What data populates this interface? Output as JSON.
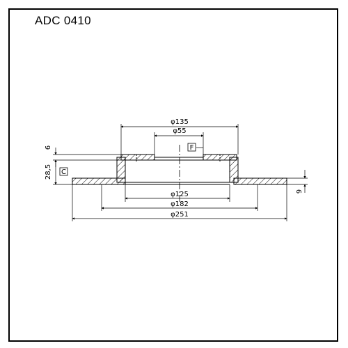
{
  "title": "ADC 0410",
  "dimensions": {
    "d135": "φ135",
    "d55": "φ55",
    "d125": "φ125",
    "d182": "φ182",
    "d251": "φ251",
    "h6": "6",
    "h28_5": "28,5",
    "h9": "9"
  },
  "markers": {
    "f": "F",
    "c": "C"
  },
  "colors": {
    "line": "#000000",
    "background": "#ffffff"
  }
}
